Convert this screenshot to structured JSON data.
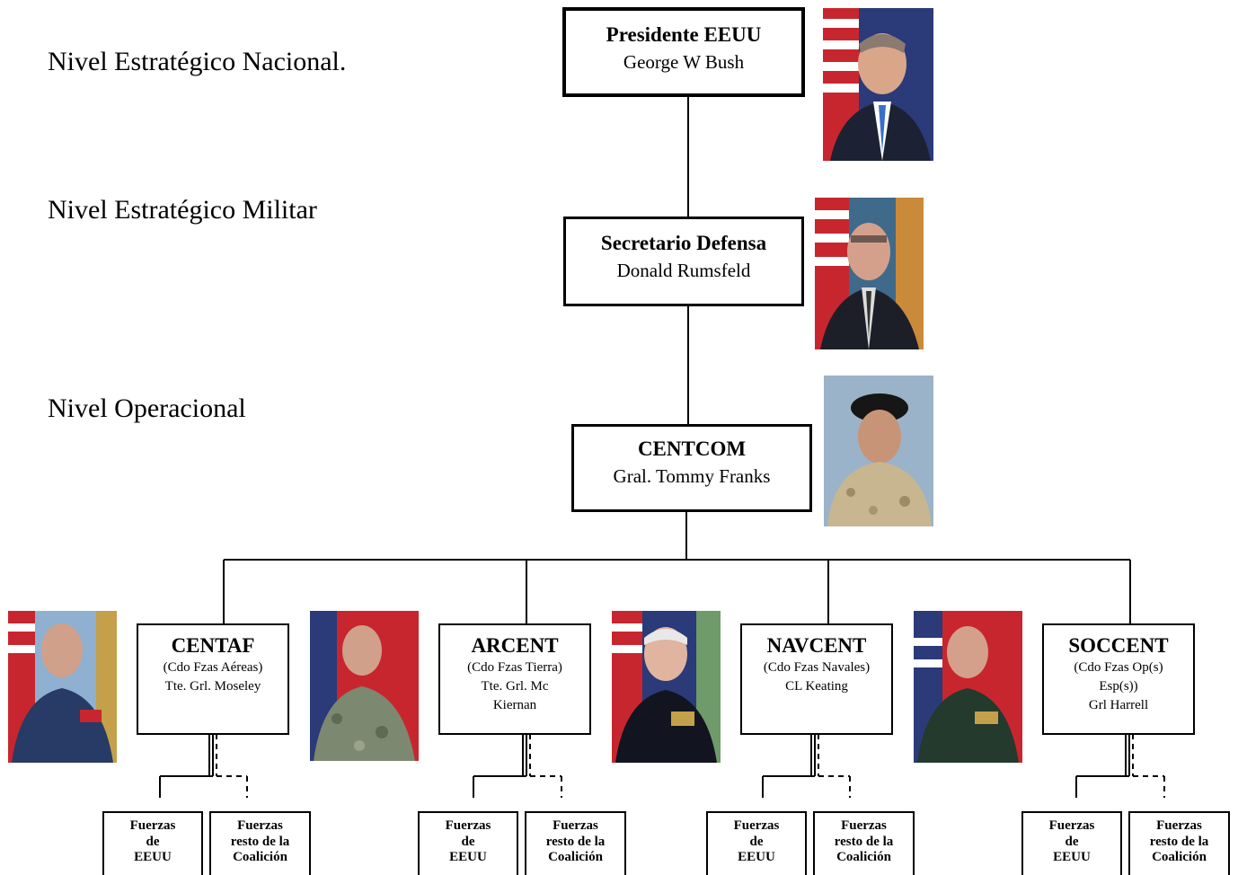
{
  "levels": {
    "national": "Nivel Estratégico Nacional.",
    "military": "Nivel Estratégico Militar",
    "operational": "Nivel Operacional"
  },
  "president": {
    "title": "Presidente EEUU",
    "name": "George W Bush"
  },
  "secretary": {
    "title": "Secretario  Defensa",
    "name": "Donald Rumsfeld"
  },
  "centcom": {
    "title": "CENTCOM",
    "name": "Gral. Tommy Franks"
  },
  "commands": [
    {
      "title": "CENTAF",
      "lines": [
        "(Cdo Fzas Aéreas)",
        "Tte. Grl. Moseley"
      ]
    },
    {
      "title": "ARCENT",
      "lines": [
        "(Cdo Fzas Tierra)",
        "Tte. Grl. Mc",
        "Kiernan"
      ]
    },
    {
      "title": "NAVCENT",
      "lines": [
        "(Cdo Fzas Navales)",
        "CL Keating"
      ]
    },
    {
      "title": "SOCCENT",
      "lines": [
        "(Cdo Fzas Op(s)",
        "Esp(s))",
        "Grl Harrell"
      ]
    }
  ],
  "forces": {
    "us": [
      "Fuerzas",
      "de",
      "EEUU"
    ],
    "coalition": [
      "Fuerzas",
      "resto de la",
      "Coalición"
    ]
  },
  "colors": {
    "line": "#000000",
    "flag_red": "#c8262e",
    "flag_blue": "#2b3a78"
  },
  "photos": [
    "portrait-bush",
    "portrait-rumsfeld",
    "portrait-franks",
    "portrait-moseley",
    "portrait-mckiernan",
    "portrait-keating",
    "portrait-harrell"
  ]
}
